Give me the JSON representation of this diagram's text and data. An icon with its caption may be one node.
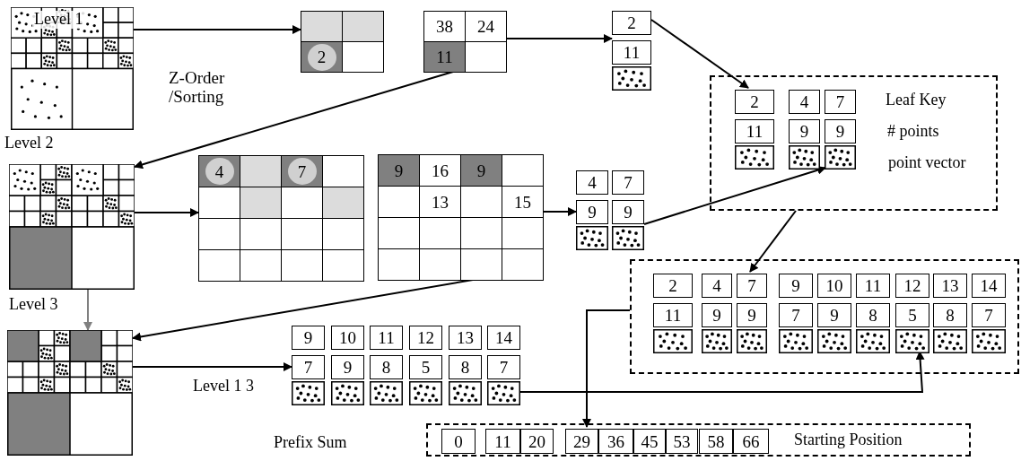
{
  "diagram": {
    "nodes": [
      {
        "text": [],
        "shape": "picture",
        "beside": [
          "Level 2"
        ]
      },
      {
        "text": [
          "2"
        ]
      },
      {
        "text": [
          "38",
          "24",
          "11"
        ]
      },
      {
        "text": [
          "2",
          "11"
        ]
      },
      {
        "text": [
          "Leaf Key",
          "# points",
          "point vector"
        ]
      },
      {
        "text": [
          "2",
          "11"
        ],
        "in": 4
      },
      {
        "text": [
          "4",
          "9"
        ],
        "in": 4
      },
      {
        "text": [
          "7",
          "9"
        ],
        "in": 4
      },
      {
        "text": [],
        "shape": "picture",
        "beside": [
          "Level 3"
        ]
      },
      {
        "text": [
          "4",
          "7"
        ]
      },
      {
        "text": [
          "9",
          "16",
          "9",
          "13",
          "15"
        ]
      },
      {
        "text": [
          "4",
          "9"
        ]
      },
      {
        "text": [
          "7",
          "9"
        ]
      },
      {
        "text": [],
        "shape": "picture"
      },
      {
        "text": [
          "9",
          "7"
        ]
      },
      {
        "text": [
          "10",
          "9"
        ]
      },
      {
        "text": [
          "11",
          "8"
        ]
      },
      {
        "text": [
          "12",
          "5"
        ]
      },
      {
        "text": [
          "13",
          "8"
        ]
      },
      {
        "text": [
          "14",
          "7"
        ]
      },
      {
        "text": [],
        "shape": "box"
      },
      {
        "text": [
          "2",
          "11"
        ],
        "in": 20
      },
      {
        "text": [
          "4",
          "9"
        ],
        "in": 20
      },
      {
        "text": [
          "7",
          "9"
        ],
        "in": 20
      },
      {
        "text": [
          "9",
          "7"
        ],
        "in": 20
      },
      {
        "text": [
          "10",
          "9"
        ],
        "in": 20
      },
      {
        "text": [
          "11",
          "8"
        ],
        "in": 20
      },
      {
        "text": [
          "12",
          "5"
        ],
        "in": 20
      },
      {
        "text": [
          "13",
          "8"
        ],
        "in": 20
      },
      {
        "text": [
          "14",
          "7"
        ],
        "in": 20
      },
      {
        "text": [
          "Starting Position"
        ]
      },
      {
        "text": [
          "0"
        ],
        "in": 30
      },
      {
        "text": [
          "11"
        ],
        "in": 30
      },
      {
        "text": [
          "20"
        ],
        "in": 30
      },
      {
        "text": [
          "29"
        ],
        "in": 30
      },
      {
        "text": [
          "36"
        ],
        "in": 30
      },
      {
        "text": [
          "45"
        ],
        "in": 30
      },
      {
        "text": [
          "53"
        ],
        "in": 30
      },
      {
        "text": [
          "58"
        ],
        "in": 30
      },
      {
        "text": [
          "66"
        ],
        "in": 30
      }
    ],
    "edges": [
      {
        "from": 0,
        "to": 1,
        "arrow": "to",
        "label": "Z-Order /Sorting"
      },
      {
        "from": 2,
        "to": 3,
        "arrow": "to"
      },
      {
        "from": 3,
        "to": 5,
        "arrow": "to"
      },
      {
        "from": 2,
        "to": 8,
        "arrow": "to"
      },
      {
        "from": 8,
        "to": 9,
        "arrow": "to"
      },
      {
        "from": 10,
        "to": 11,
        "arrow": "to"
      },
      {
        "from": 12,
        "to": 7,
        "arrow": "to"
      },
      {
        "from": 8,
        "to": 13,
        "arrow": "to",
        "color": "#808080"
      },
      {
        "from": 10,
        "to": 13,
        "arrow": "to"
      },
      {
        "from": 13,
        "to": 14,
        "arrow": "to"
      },
      {
        "from": 4,
        "to": 23,
        "arrow": "to"
      },
      {
        "from": 19,
        "to": 27,
        "arrow": "to"
      },
      {
        "from": 20,
        "to": 34,
        "arrow": "to"
      }
    ],
    "labels": [
      "Level 1",
      "Level 1 3",
      "Prefix Sum"
    ]
  }
}
